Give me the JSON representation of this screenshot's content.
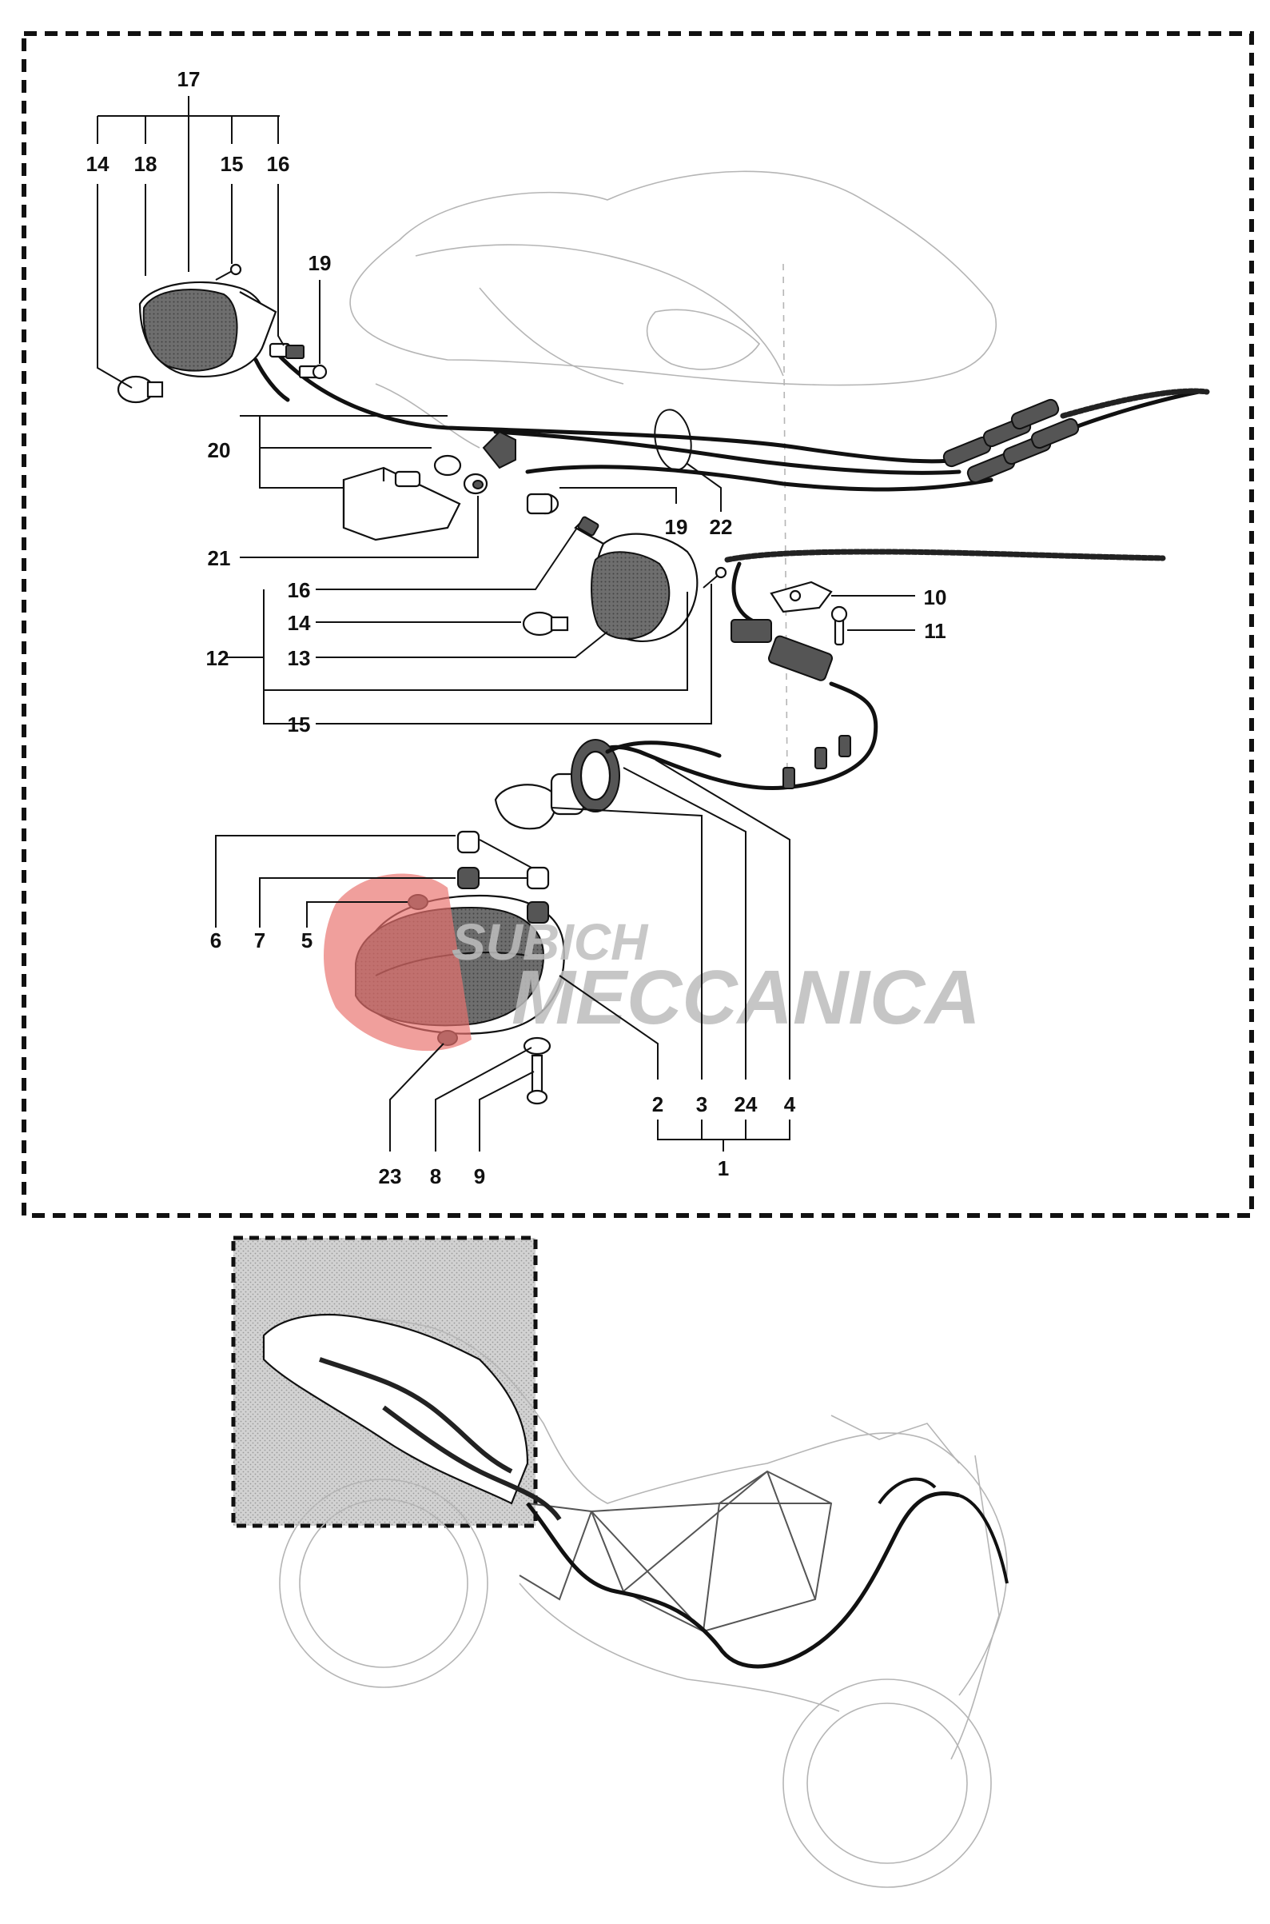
{
  "watermark": {
    "line1": "SUBICH",
    "line2": "MECCANICA",
    "badge_color": "#e8726e",
    "text_color": "#bdbdbd"
  },
  "callouts": {
    "c17": "17",
    "c14a": "14",
    "c18": "18",
    "c15a": "15",
    "c16a": "16",
    "c19a": "19",
    "c20": "20",
    "c21": "21",
    "c19b": "19",
    "c22": "22",
    "c16b": "16",
    "c14b": "14",
    "c12": "12",
    "c13": "13",
    "c15b": "15",
    "c10": "10",
    "c11": "11",
    "c6": "6",
    "c7": "7",
    "c5": "5",
    "c23": "23",
    "c8": "8",
    "c9": "9",
    "c2": "2",
    "c3": "3",
    "c24": "24",
    "c4": "4",
    "c1": "1"
  },
  "colors": {
    "line": "#111111",
    "frame_dash": "#111111",
    "shaded_box": "#c8c8c8"
  }
}
